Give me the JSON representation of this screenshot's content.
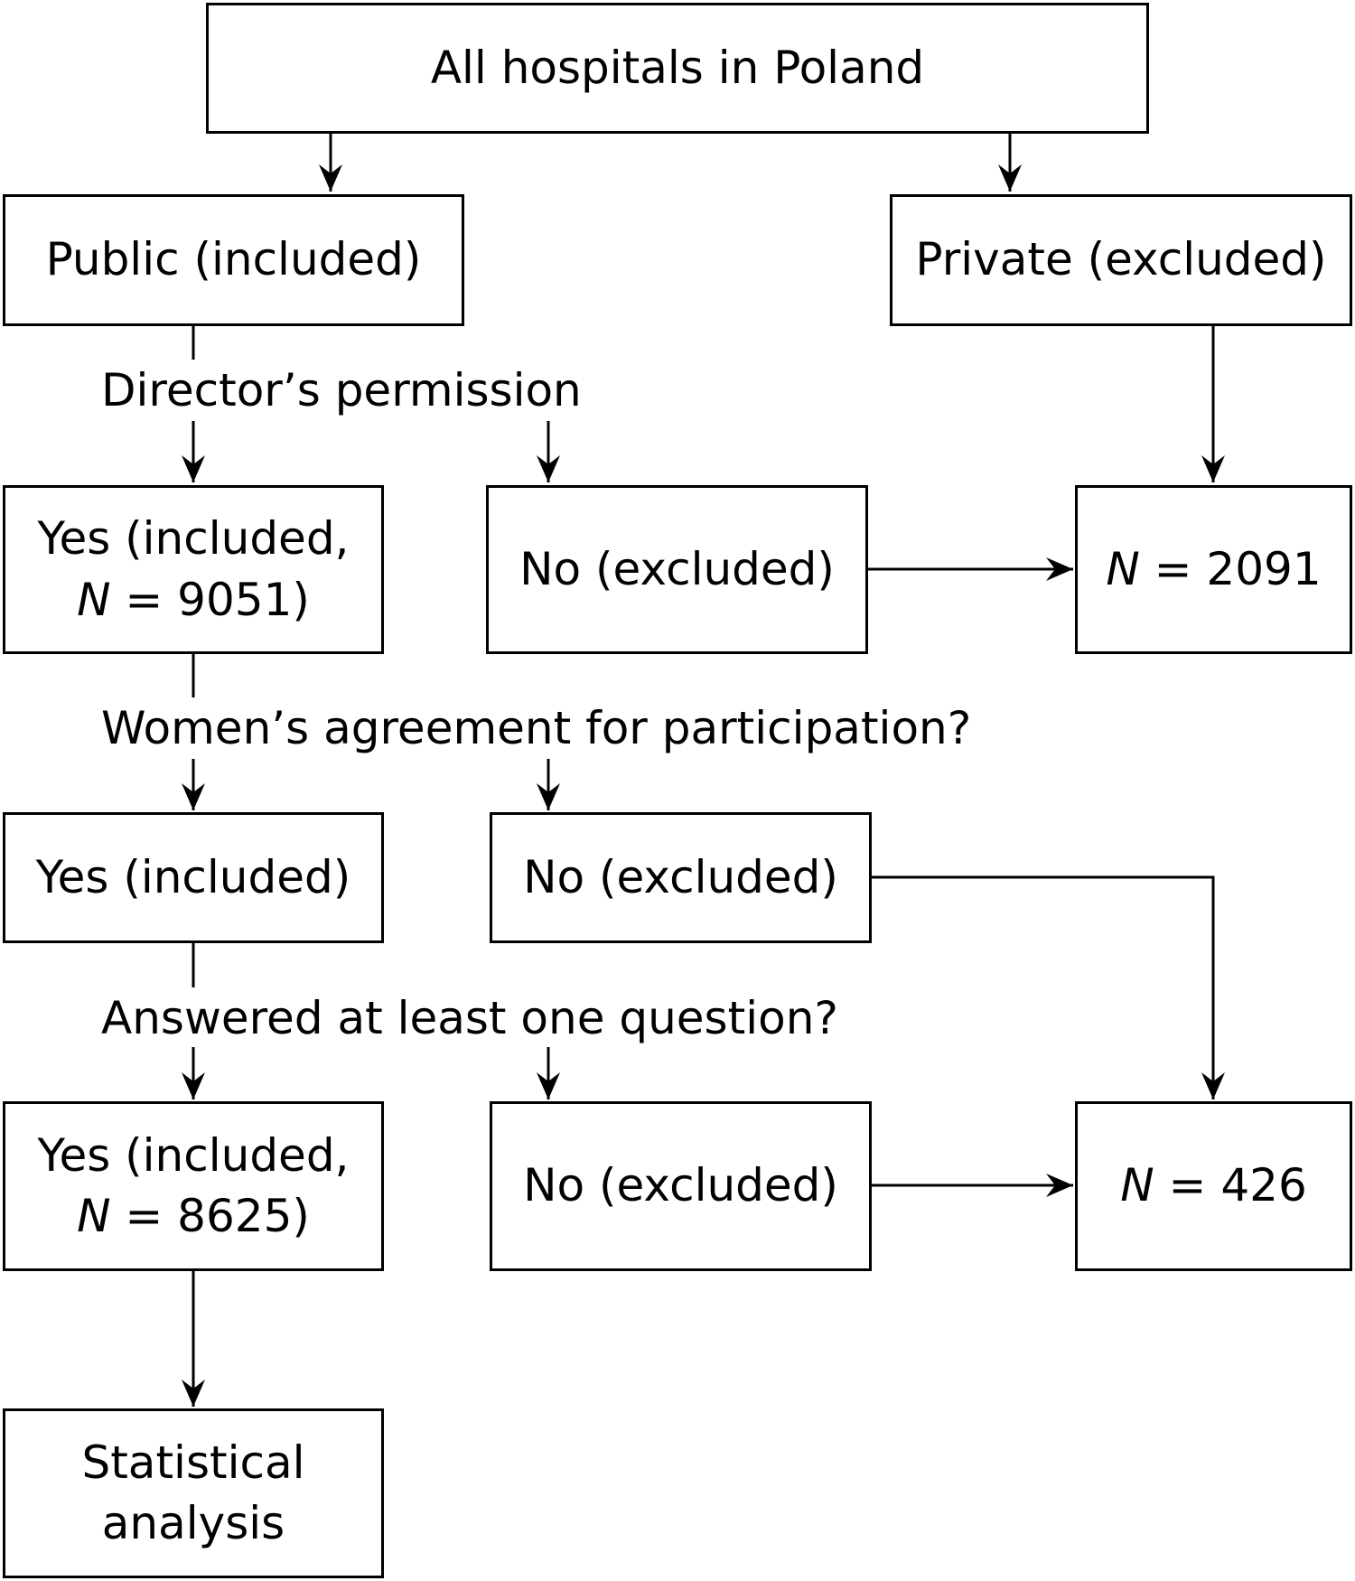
{
  "diagram": {
    "colors": {
      "stroke": "#000000",
      "background": "#ffffff"
    },
    "nodes": {
      "all_hospitals": {
        "text": "All hospitals in Poland"
      },
      "public": {
        "text": "Public (included)"
      },
      "private": {
        "text": "Private (excluded)"
      },
      "director_yes": {
        "line1": "Yes (included,",
        "n_symbol": "N",
        "line2_rest": " = 9051)"
      },
      "director_no": {
        "text": "No (excluded)"
      },
      "excluded_n1": {
        "n_symbol": "N",
        "rest": " = 2091"
      },
      "women_yes": {
        "text": "Yes (included)"
      },
      "women_no": {
        "text": "No (excluded)"
      },
      "answered_yes": {
        "line1": "Yes (included,",
        "n_symbol": "N",
        "line2_rest": " = 8625)"
      },
      "answered_no": {
        "text": "No (excluded)"
      },
      "excluded_n2": {
        "n_symbol": "N",
        "rest": " = 426"
      },
      "statistical": {
        "line1": "Statistical",
        "line2": "analysis"
      }
    },
    "decisions": {
      "director_permission": "Director’s permission",
      "women_agreement": "Women’s agreement for participation?",
      "answered_question": "Answered at least one question?"
    }
  }
}
